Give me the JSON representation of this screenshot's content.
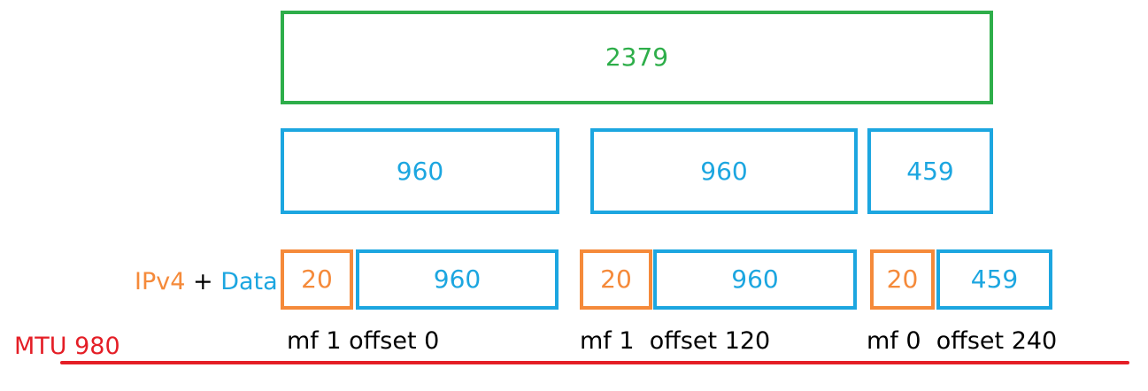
{
  "original": {
    "size": "2379"
  },
  "payloads": [
    {
      "size": "960"
    },
    {
      "size": "960"
    },
    {
      "size": "459"
    }
  ],
  "legend": {
    "ipv4": "IPv4",
    "plus": "+",
    "data": "Data"
  },
  "fragments": [
    {
      "header": "20",
      "data": "960",
      "label": "mf 1 offset 0"
    },
    {
      "header": "20",
      "data": "960",
      "label": "mf 1  offset 120"
    },
    {
      "header": "20",
      "data": "459",
      "label": "mf 0  offset 240"
    }
  ],
  "mtu": {
    "label": "MTU 980"
  },
  "colors": {
    "original": "#2eae4a",
    "data": "#1ca6e0",
    "header": "#f58a3a",
    "mtu": "#e41e26"
  }
}
